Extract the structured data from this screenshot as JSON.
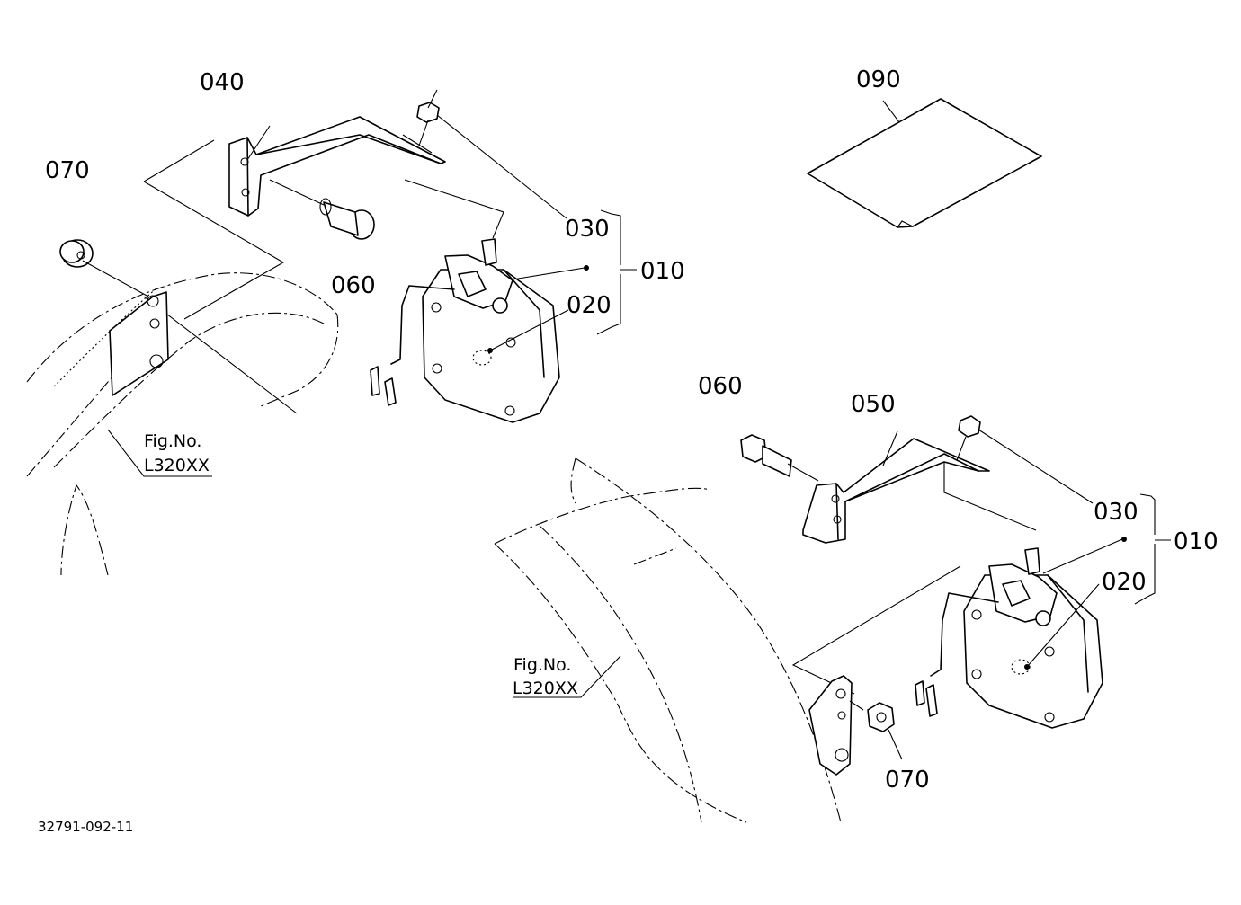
{
  "callouts": {
    "l040": "040",
    "l070a": "070",
    "l060a": "060",
    "l030a": "030",
    "l010a": "010",
    "l020a": "020",
    "l090": "090",
    "l060b": "060",
    "l050": "050",
    "l030b": "030",
    "l010b": "010",
    "l020b": "020",
    "l070b": "070"
  },
  "figure_refs": [
    {
      "line1": "Fig.No.",
      "line2": "L320XX"
    },
    {
      "line1": "Fig.No.",
      "line2": "L320XX"
    }
  ],
  "drawing_code": "32791-092-11"
}
